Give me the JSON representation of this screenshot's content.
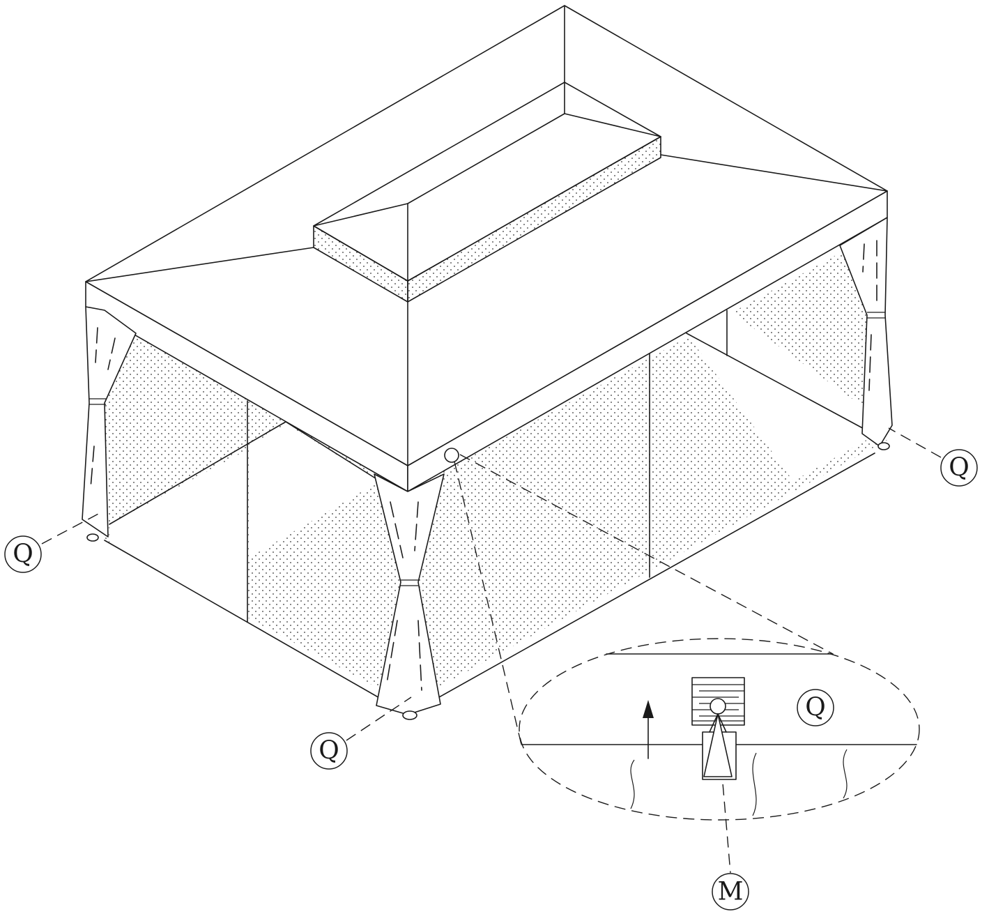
{
  "diagram": {
    "labels": {
      "corner_left": "Q",
      "corner_front": "Q",
      "corner_right": "Q",
      "detail_inset": "Q",
      "detail_part": "M"
    },
    "colors": {
      "line": "#1a1a1a",
      "background": "#ffffff"
    },
    "icons": {
      "lift_direction": "arrow-up-icon"
    }
  }
}
